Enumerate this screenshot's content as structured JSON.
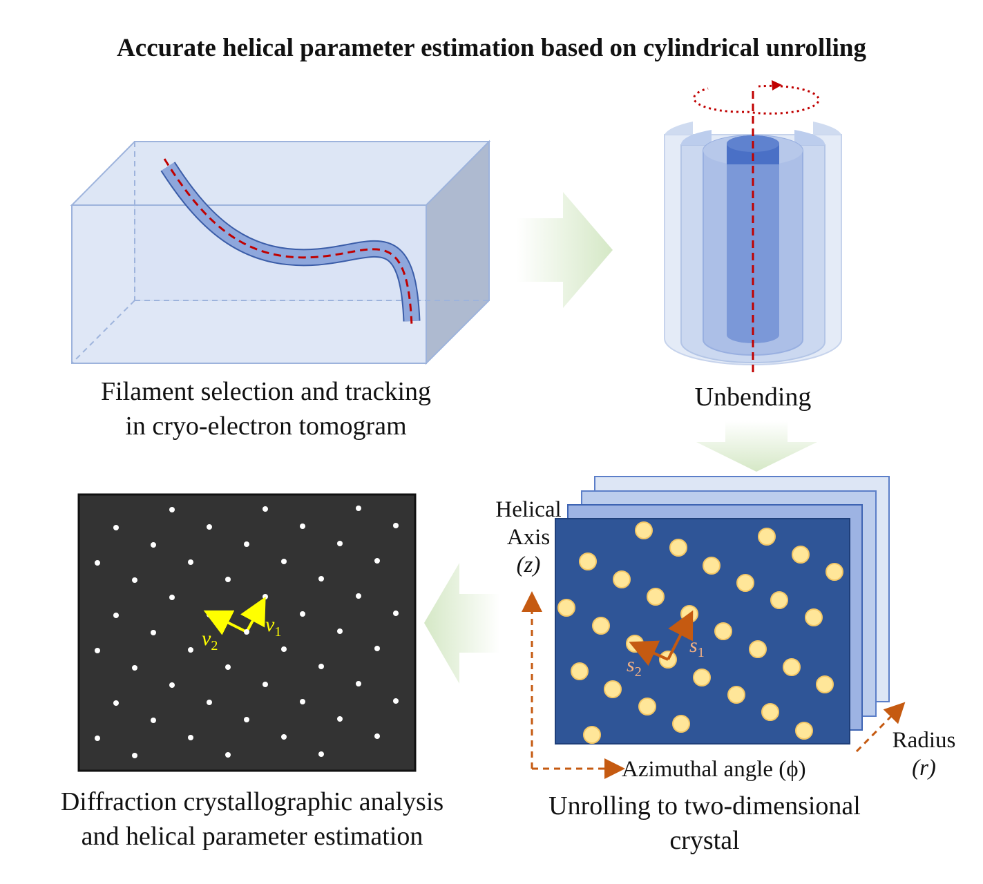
{
  "title": "Accurate helical parameter estimation based on cylindrical unrolling",
  "panels": {
    "tomogram": {
      "caption_line1": "Filament selection and tracking",
      "caption_line2": "in cryo-electron tomogram"
    },
    "unbending": {
      "caption": "Unbending"
    },
    "unrolling": {
      "caption_line1": "Unrolling to two-dimensional",
      "caption_line2": "crystal",
      "axis_z_line1": "Helical",
      "axis_z_line2": "Axis",
      "axis_z_symbol": "(z)",
      "axis_phi": "Azimuthal angle (ϕ)",
      "axis_r_line1": "Radius",
      "axis_r_symbol": "(r)",
      "vector1_letter": "s",
      "vector1_sub": "1",
      "vector2_letter": "s",
      "vector2_sub": "2"
    },
    "diffraction": {
      "caption_line1": "Diffraction crystallographic analysis",
      "caption_line2": "and helical parameter estimation",
      "vector1_letter": "v",
      "vector1_sub": "1",
      "vector2_letter": "v",
      "vector2_sub": "2"
    }
  },
  "colors": {
    "box_fill": "#dbe4f4",
    "box_edge": "#9db3dc",
    "filament": "#7f9ad6",
    "dashed_axis": "#c00000",
    "arrow_green": "#d5e8c6",
    "crystal_bg": "#2f5597",
    "crystal_dot": "#ffe699",
    "diffraction_bg": "#333333",
    "vector_yellow": "#ffff00",
    "vector_brown": "#c55a11"
  }
}
